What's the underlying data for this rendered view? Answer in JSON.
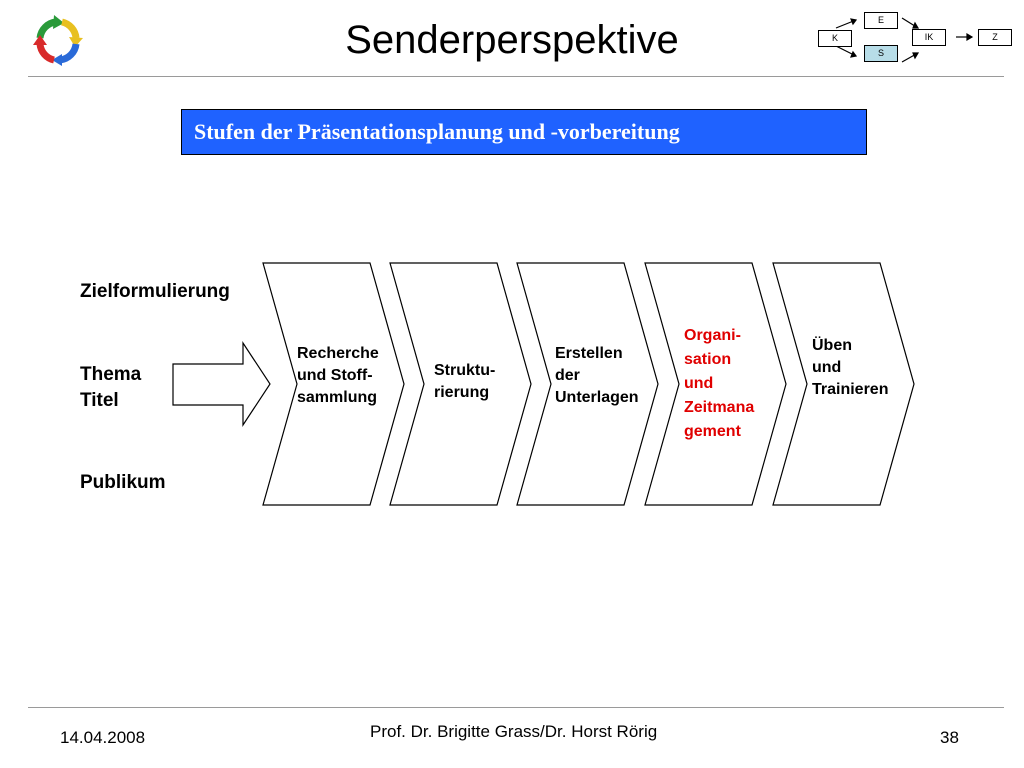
{
  "title": "Senderperspektive",
  "banner": "Stufen der Präsentationsplanung und -vorbereitung",
  "logo_icon": "cycle-arrows-icon",
  "mini_diagram": {
    "boxes": {
      "k": "K",
      "e": "E",
      "s": "S",
      "ik": "IK",
      "z": "Z"
    },
    "highlight_color": "#b7dde8"
  },
  "left_labels": {
    "zielformulierung": "Zielformulierung",
    "thema": "Thema",
    "titel": "Titel",
    "publikum": "Publikum"
  },
  "steps": [
    {
      "lines": [
        "Recherche",
        "und Stoff-",
        "sammlung"
      ]
    },
    {
      "lines": [
        "Struktu-",
        "rierung"
      ]
    },
    {
      "lines": [
        "Erstellen",
        "der",
        "Unterlagen"
      ]
    },
    {
      "lines": [
        "Organi-",
        "sation",
        "und",
        "Zeitmana",
        "gement"
      ],
      "color": "#e00000"
    },
    {
      "lines": [
        "Üben",
        "und",
        "Trainieren"
      ]
    }
  ],
  "footer": {
    "date": "14.04.2008",
    "author": "Prof. Dr. Brigitte Grass/Dr. Horst Rörig",
    "page": "38"
  }
}
